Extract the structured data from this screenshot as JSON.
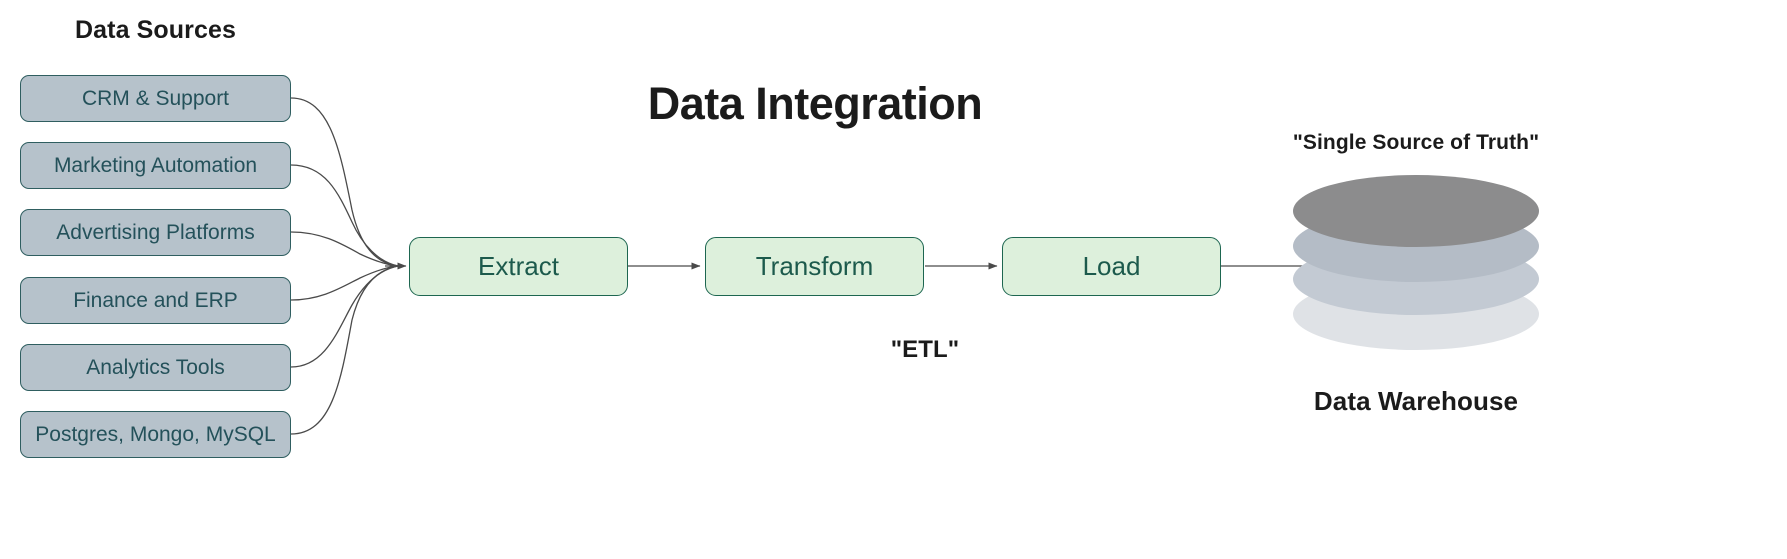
{
  "diagram": {
    "title": "Data Integration",
    "background": "#ffffff"
  },
  "sources": {
    "heading": "Data Sources",
    "box_fill": "#b6c2cb",
    "box_border": "#2f5e60",
    "text_color": "#24515a",
    "items": [
      {
        "label": "CRM & Support"
      },
      {
        "label": "Marketing Automation"
      },
      {
        "label": "Advertising Platforms"
      },
      {
        "label": "Finance and ERP"
      },
      {
        "label": "Analytics Tools"
      },
      {
        "label": "Postgres, Mongo, MySQL"
      }
    ]
  },
  "pipeline": {
    "caption": "\"ETL\"",
    "box_fill": "#ddf0dc",
    "box_border": "#1d6650",
    "text_color": "#1c5a4c",
    "stages": [
      {
        "label": "Extract"
      },
      {
        "label": "Transform"
      },
      {
        "label": "Load"
      }
    ]
  },
  "warehouse": {
    "top_caption": "\"Single Source of Truth\"",
    "bottom_caption": "Data Warehouse",
    "disc_colors": [
      "#8c8c8d",
      "#b4bcc6",
      "#c3cad3",
      "#dfe2e6"
    ]
  },
  "connectors": {
    "stroke": "#4a4a4a",
    "source_count": 6,
    "stage_arrows": 3
  }
}
